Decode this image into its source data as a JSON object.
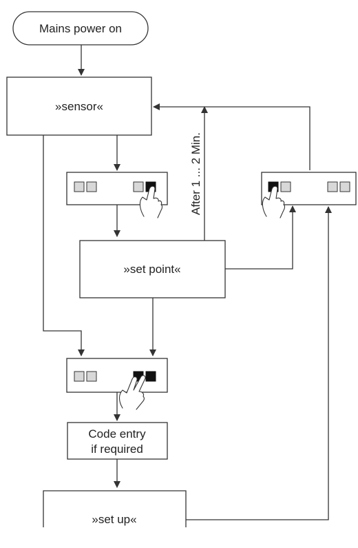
{
  "nodes": {
    "start": "Mains power on",
    "sensor": "»sensor«",
    "set_point": "»set point«",
    "code_entry_line1": "Code entry",
    "code_entry_line2": "if required",
    "set_up": "»set up«"
  },
  "edges": {
    "timeout_label": "After  1 ... 2 Min."
  },
  "icons": {
    "keypad": "keypad-panel-icon",
    "finger": "finger-press-icon"
  },
  "colors": {
    "line": "#333333",
    "key_off": "#d8d8d8",
    "key_on": "#111111"
  }
}
